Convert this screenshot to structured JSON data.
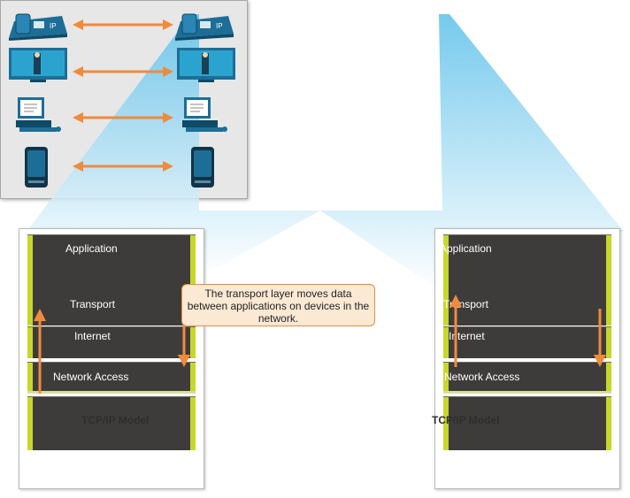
{
  "diagram": {
    "devices": [
      "ip-phone",
      "video-monitor",
      "desktop-computer",
      "mobile-device"
    ],
    "callout_text": "The transport layer moves data between applications on devices in the network.",
    "left_stack": {
      "layers": [
        "Application",
        "Transport",
        "Internet",
        "Network Access"
      ],
      "model_label": "TCP/IP Model"
    },
    "right_stack": {
      "layers": [
        "Application",
        "Transport",
        "Internet",
        "Network Access"
      ],
      "model_label": "TCP/IP Model"
    },
    "colors": {
      "beam": "#8fd4ef",
      "arrow": "#f08a3c",
      "layer_fill": "#3e3c3b",
      "layer_trim": "#c6d82a",
      "callout_fill": "#fce9d4",
      "device_blue": "#1d6e97"
    }
  }
}
